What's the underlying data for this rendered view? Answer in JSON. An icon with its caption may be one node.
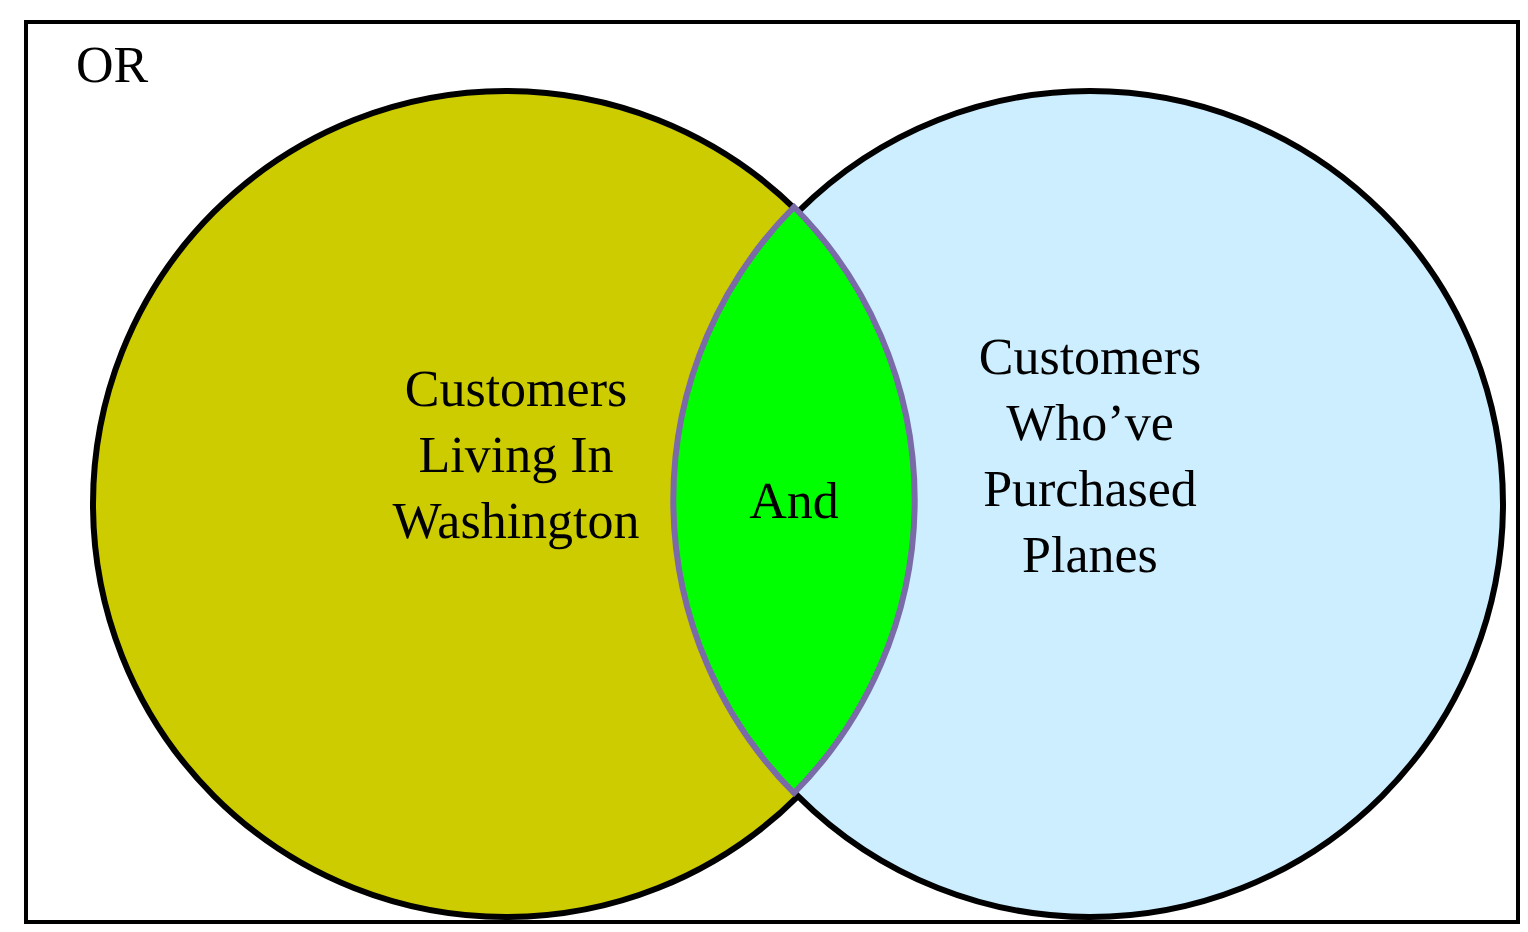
{
  "diagram": {
    "nodes": [
      {
        "text": [
          "OR"
        ]
      },
      {
        "text": [
          "Customers Living In Washington"
        ],
        "in": 0
      },
      {
        "text": [
          "And"
        ]
      },
      {
        "text": [
          "Customers Who’ve Purchased Planes"
        ],
        "in": 0
      }
    ]
  }
}
